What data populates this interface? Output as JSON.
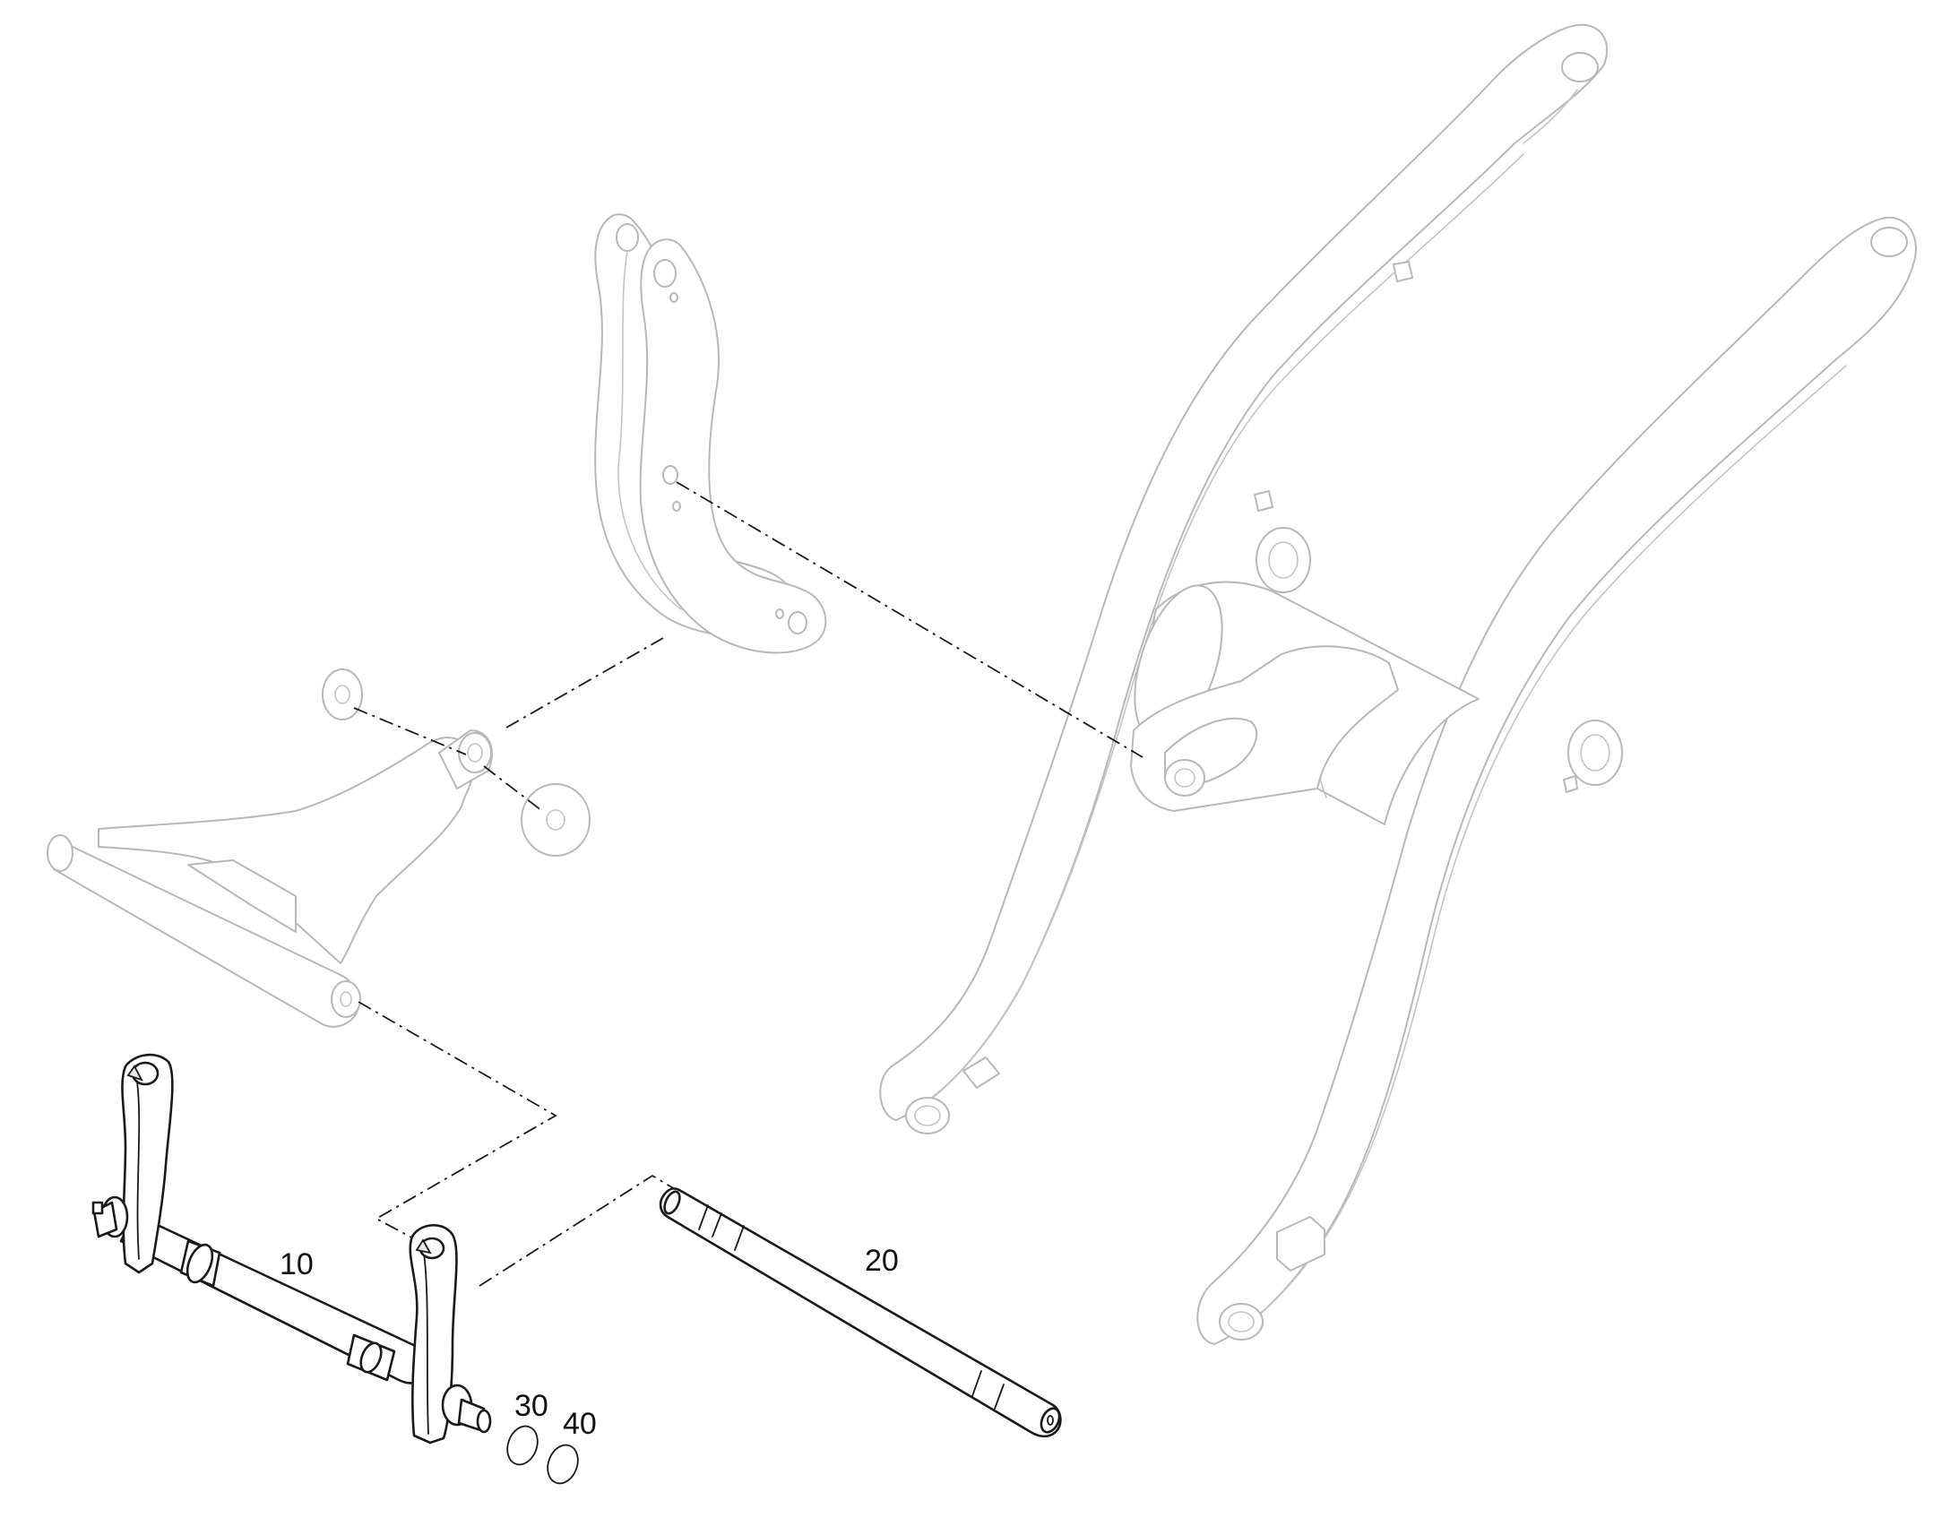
{
  "callouts": {
    "item_10": "10",
    "item_20": "20",
    "item_30": "30",
    "item_40": "40"
  },
  "colors": {
    "highlight_parts": "#1a1a1a",
    "context_parts": "#b8b8b8",
    "background": "#ffffff"
  }
}
